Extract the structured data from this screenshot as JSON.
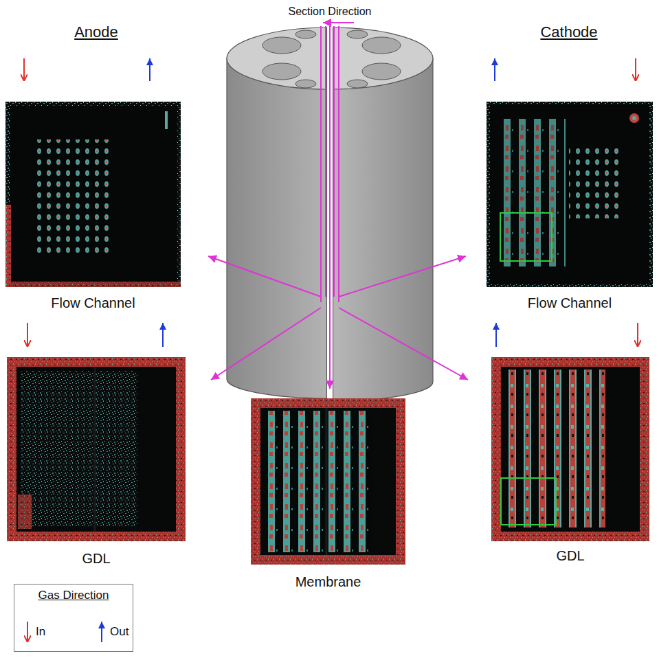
{
  "diagram": {
    "nodes": [
      {
        "text": [
          "Flow Channel"
        ]
      },
      {
        "text": [
          "Flow Channel"
        ]
      },
      {
        "text": [
          "GDL"
        ]
      },
      {
        "text": [
          "GDL"
        ]
      },
      {
        "text": [
          "Membrane"
        ]
      }
    ],
    "labels": [
      "Section Direction",
      "Anode",
      "Cathode",
      "Gas Direction"
    ],
    "legend": [
      {
        "text": "In"
      },
      {
        "text": "Out"
      }
    ]
  }
}
